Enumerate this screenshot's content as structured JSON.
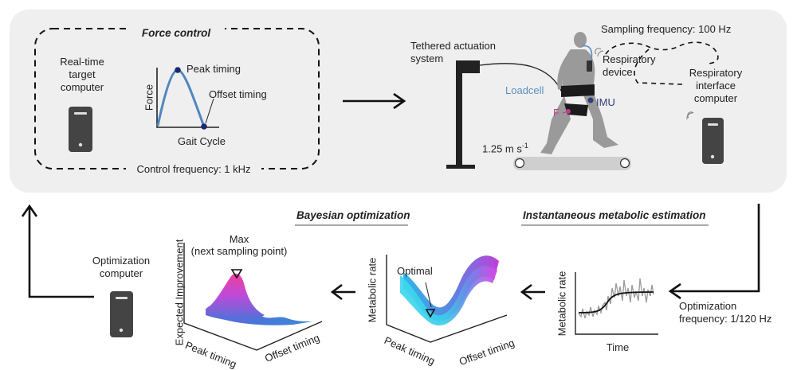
{
  "force_control": {
    "title": "Force control",
    "computer_label": [
      "Real-time",
      "target",
      "computer"
    ],
    "peak_timing": "Peak timing",
    "offset_timing": "Offset timing",
    "y_axis": "Force",
    "x_axis": "Gait Cycle",
    "control_frequency": "Control frequency: 1 kHz"
  },
  "setup": {
    "tethered": [
      "Tethered actuation",
      "system"
    ],
    "sampling_frequency": "Sampling frequency: 100 Hz",
    "respiratory_device": [
      "Respiratory",
      "device"
    ],
    "respiratory_interface": [
      "Respiratory",
      "interface",
      "computer"
    ],
    "loadcell": "Loadcell",
    "imu": "IMU",
    "force_symbol": "F",
    "speed_value": "1.25 m s",
    "speed_exponent": "-1"
  },
  "bayesian": {
    "title": "Bayesian optimization",
    "max_label": [
      "Max",
      "(next sampling point)"
    ],
    "ei_axis": "Expected Improvement",
    "peak_axis": "Peak timing",
    "offset_axis": "Offset timing",
    "optimal_label": "Optimal",
    "metabolic_axis": "Metabolic rate"
  },
  "metabolic": {
    "title": "Instantaneous metabolic estimation",
    "y_axis": "Metabolic rate",
    "x_axis": "Time",
    "optimization_frequency": [
      "Optimization",
      "frequency: 1/120 Hz"
    ]
  },
  "optimization_computer": [
    "Optimization",
    "computer"
  ],
  "colors": {
    "panel": "#efefef",
    "force_curve": "#4f86c0",
    "surface_pink": "#ee3f9c",
    "surface_blue": "#4a73d9",
    "surface_cyan": "#39d5ee",
    "surface_violet": "#b04ae8",
    "loadcell": "#5b8fc0",
    "force": "#c33a8e",
    "imu": "#2e3b7a"
  },
  "icons": [
    "computer-tower-icon",
    "arrow-right-icon",
    "arrow-left-icon",
    "wireless-signal-icon",
    "treadmill-icon",
    "walking-person-icon"
  ]
}
